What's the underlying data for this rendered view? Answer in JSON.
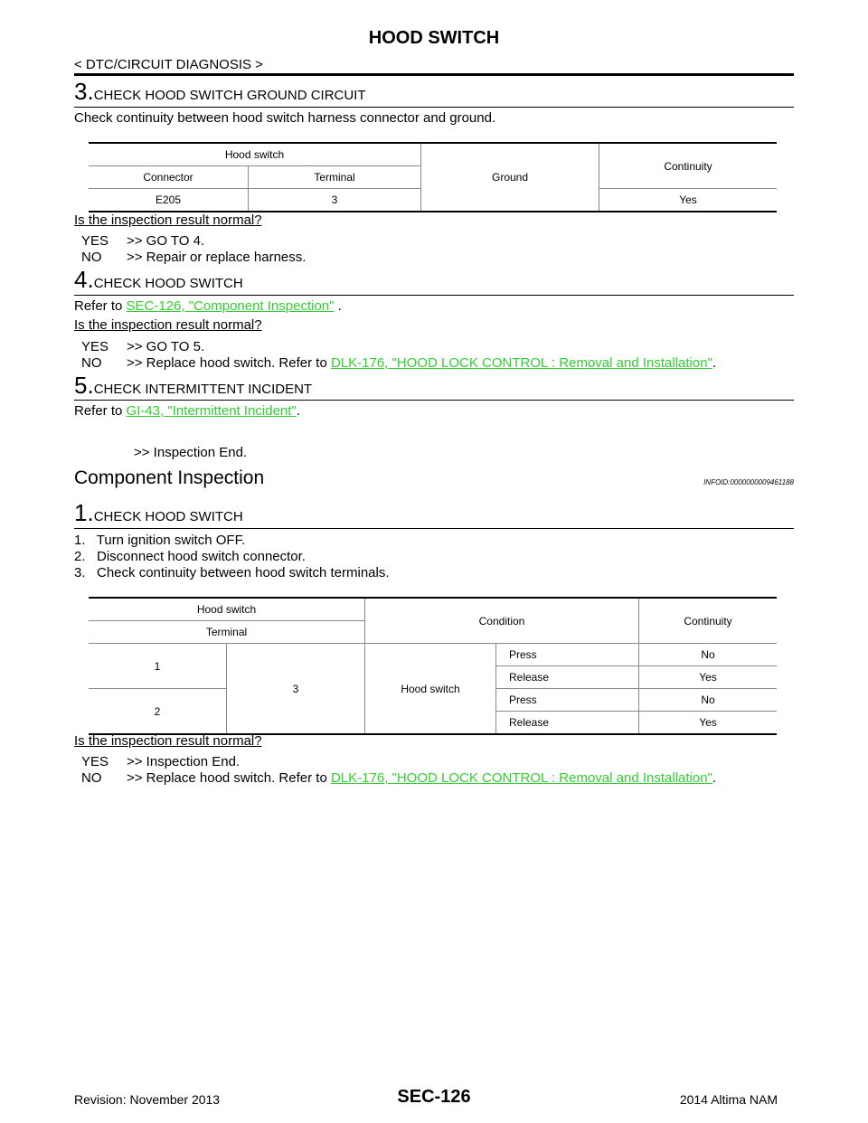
{
  "header": {
    "title": "HOOD SWITCH",
    "section": "< DTC/CIRCUIT DIAGNOSIS >"
  },
  "step3": {
    "number": "3.",
    "heading": "CHECK HOOD SWITCH GROUND CIRCUIT",
    "instruction": "Check continuity between hood switch harness connector and ground.",
    "table": {
      "group_header": "Hood switch",
      "col_connector": "Connector",
      "col_terminal": "Terminal",
      "col_ground": "Ground",
      "col_continuity": "Continuity",
      "row": {
        "connector": "E205",
        "terminal": "3",
        "continuity": "Yes"
      }
    },
    "question": "Is the inspection result normal?",
    "yes_key": "YES",
    "yes_text": ">> GO TO 4.",
    "no_key": "NO",
    "no_text": ">> Repair or replace harness."
  },
  "step4": {
    "number": "4.",
    "heading": "CHECK HOOD SWITCH",
    "refer_prefix": "Refer to ",
    "refer_link": "SEC-126, \"Component Inspection\"",
    "refer_suffix": " .",
    "question": "Is the inspection result normal?",
    "yes_key": "YES",
    "yes_text": ">> GO TO 5.",
    "no_key": "NO",
    "no_text": ">> Replace hood switch. Refer to ",
    "no_link": "DLK-176, \"HOOD LOCK CONTROL : Removal and Installation\"",
    "no_suffix": "."
  },
  "step5": {
    "number": "5.",
    "heading": "CHECK INTERMITTENT INCIDENT",
    "refer_prefix": "Refer to ",
    "refer_link": "GI-43, \"Intermittent Incident\"",
    "refer_suffix": ".",
    "end_text": ">> Inspection End."
  },
  "component": {
    "title": "Component Inspection",
    "infoid": "INFOID:0000000009461188",
    "step1_number": "1.",
    "step1_heading": "CHECK HOOD SWITCH",
    "items": [
      "1.   Turn ignition switch OFF.",
      "2.   Disconnect hood switch connector.",
      "3.   Check continuity between hood switch terminals."
    ],
    "table": {
      "group_header": "Hood switch",
      "col_terminal": "Terminal",
      "col_condition": "Condition",
      "col_continuity": "Continuity",
      "term_a": "1",
      "term_b": "2",
      "term_common": "3",
      "condition_label": "Hood switch",
      "rows": [
        {
          "state": "Press",
          "continuity": "No"
        },
        {
          "state": "Release",
          "continuity": "Yes"
        },
        {
          "state": "Press",
          "continuity": "No"
        },
        {
          "state": "Release",
          "continuity": "Yes"
        }
      ]
    },
    "question": "Is the inspection result normal?",
    "yes_key": "YES",
    "yes_text": ">> Inspection End.",
    "no_key": "NO",
    "no_text": ">> Replace hood switch. Refer to ",
    "no_link": "DLK-176, \"HOOD LOCK CONTROL : Removal and Installation\"",
    "no_suffix": "."
  },
  "footer": {
    "revision": "Revision: November 2013",
    "page": "SEC-126",
    "model": "2014 Altima NAM"
  },
  "colors": {
    "link": "#33cc33"
  }
}
